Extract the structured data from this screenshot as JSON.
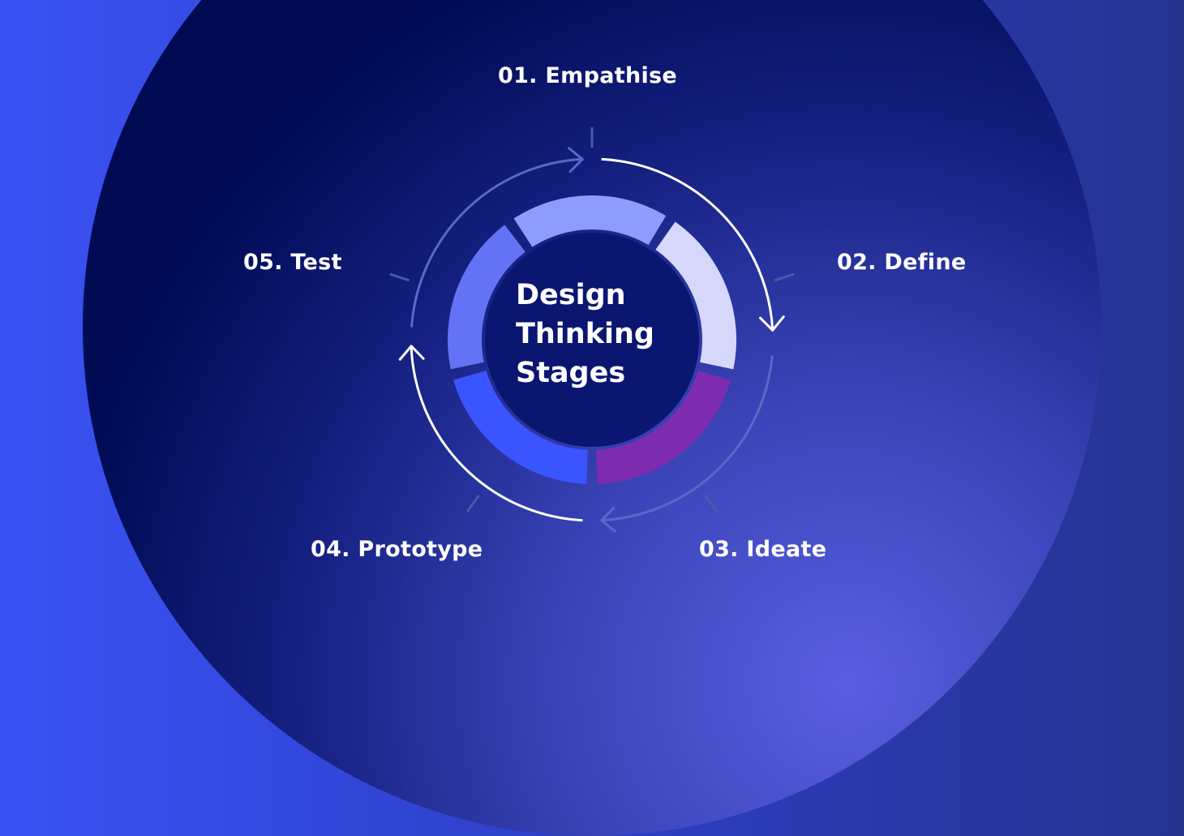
{
  "title_lines": [
    "Design",
    "Thinking",
    "Stages"
  ],
  "stages": [
    {
      "label": "01. Empathise",
      "color": "#8e9dfd"
    },
    {
      "label": "02. Define",
      "color": "#d5d8fb"
    },
    {
      "label": "03. Ideate",
      "color": "#7d2caf"
    },
    {
      "label": "04. Prototype",
      "color": "#3a55ff"
    },
    {
      "label": "05. Test",
      "color": "#6273f6"
    }
  ]
}
